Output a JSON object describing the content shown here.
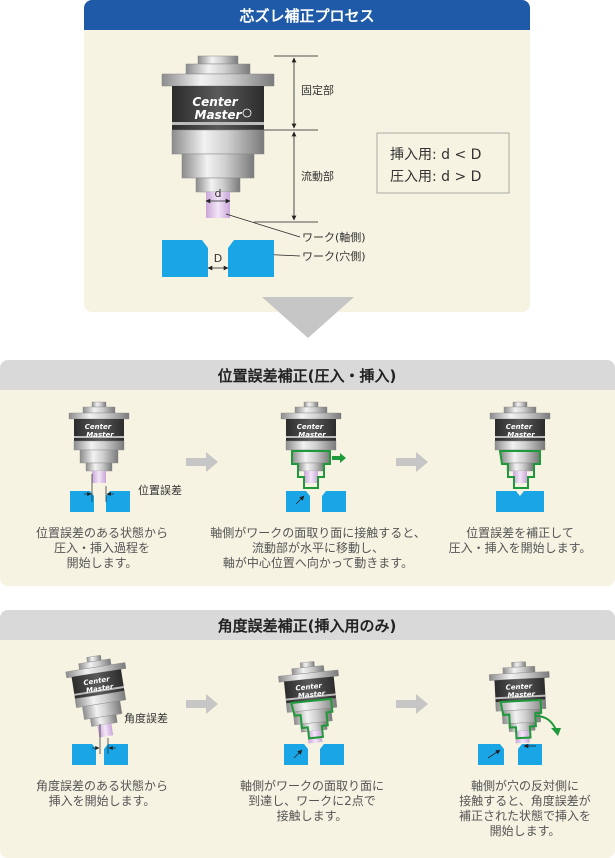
{
  "top": {
    "title": "芯ズレ補正プロセス",
    "labels": {
      "fixed": "固定部",
      "floating": "流動部",
      "work_shaft": "ワーク(軸側)",
      "work_hole": "ワーク(穴側)",
      "d": "d",
      "D": "D"
    },
    "logo": [
      "Center",
      "Master"
    ],
    "formula": {
      "line1": "挿入用: d < D",
      "line2": "圧入用: d > D"
    }
  },
  "position": {
    "title": "位置誤差補正(圧入・挿入)",
    "error_label": "位置誤差",
    "captions": [
      [
        "位置誤差のある状態から",
        "圧入・挿入過程を",
        "開始します。"
      ],
      [
        "軸側がワークの面取り面に接触すると、",
        "流動部が水平に移動し、",
        "軸が中心位置へ向かって動きます。"
      ],
      [
        "位置誤差を補正して",
        "圧入・挿入を開始します。"
      ]
    ]
  },
  "angle": {
    "title": "角度誤差補正(挿入用のみ)",
    "error_label": "角度誤差",
    "captions": [
      [
        "角度誤差のある状態から",
        "挿入を開始します。"
      ],
      [
        "軸側がワークの面取り面に",
        "到達し、ワークに2点で",
        "接触します。"
      ],
      [
        "軸側が穴の反対側に",
        "接触すると、角度誤差が",
        "補正された状態で挿入を",
        "開始します。"
      ]
    ]
  },
  "colors": {
    "panel_bg": "#f6f3e2",
    "header_blue": "#1f5aa8",
    "section_header": "#d9d9d9",
    "work_blue": "#1aa6e6",
    "outline_green": "#1f9a3a",
    "pink": "#e2c6ea",
    "arrow_gray": "#c6c6c6",
    "body_dark": "#3e3e3e"
  }
}
